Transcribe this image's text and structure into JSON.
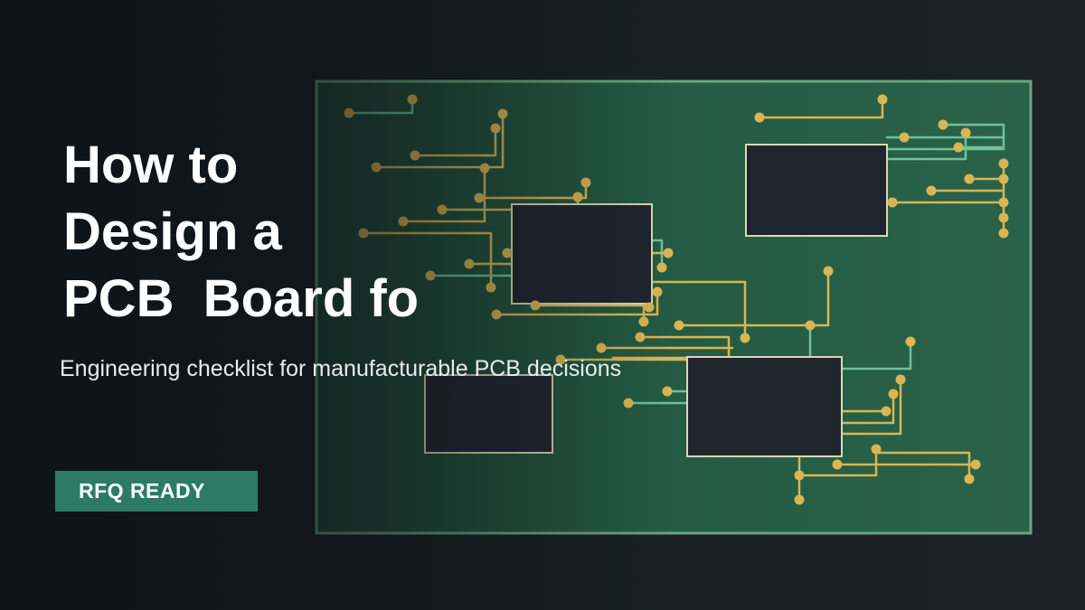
{
  "hero": {
    "title_lines": [
      "How to",
      "Design a",
      "PCB  Board fo"
    ],
    "subtitle": "Engineering checklist for manufacturable PCB decisions",
    "badge": "RFQ READY"
  },
  "illustration": {
    "subject": "pcb-board-illustration",
    "colors": {
      "board": "#23573f",
      "board_edge": "#6aa582",
      "chip": "#1f252d",
      "chip_border": "#ddd6b4",
      "trace_gold": "#d9b652",
      "trace_green": "#6cc39a",
      "pad": "#d9b652"
    }
  }
}
